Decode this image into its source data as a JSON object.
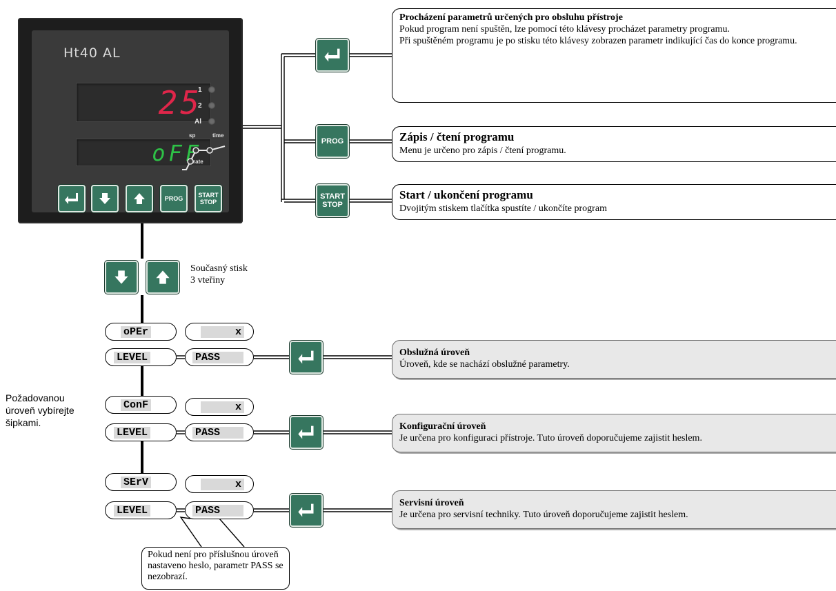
{
  "device": {
    "model": "Ht40 AL",
    "display_top": "25",
    "display_bottom": "oFF",
    "indicators": [
      "1",
      "2",
      "Al"
    ],
    "ramp_labels": {
      "sp": "sp",
      "time": "time",
      "rate": "rate"
    },
    "keys": [
      "enter",
      "down",
      "up",
      "PROG",
      "START STOP"
    ]
  },
  "keys": {
    "prog": "PROG",
    "start_stop": {
      "line1": "START",
      "line2": "STOP"
    }
  },
  "boxes": {
    "enter": {
      "title": "Procházení parametrů určených pro obsluhu přístroje",
      "body": "Pokud program není spuštěn, lze pomocí této klávesy procházet parametry programu.",
      "body2": "Při spuštěném programu je po stisku této klávesy zobrazen parametr indikující čas do konce programu."
    },
    "prog": {
      "title": "Zápis / čtení programu",
      "body": "Menu je určeno pro zápis / čtení programu."
    },
    "start": {
      "title": "Start / ukončení programu",
      "body": "Dvojitým stiskem tlačítka spustíte / ukončíte program"
    }
  },
  "simultaneous_note": {
    "line1": "Současný stisk",
    "line2": "3 vteřiny"
  },
  "side_note": {
    "line1": "Požadovanou",
    "line2": "úroveň vybírejte",
    "line3": "šipkami."
  },
  "levels": [
    {
      "code": "oPEr",
      "value": "x",
      "level": "LEVEL",
      "pass": "PASS",
      "title": "Obslužná úroveň",
      "body": "Úroveň, kde se nachází obslužné parametry."
    },
    {
      "code": "ConF",
      "value": "x",
      "level": "LEVEL",
      "pass": "PASS",
      "title": "Konfigurační úroveň",
      "body": "Je určena pro konfiguraci přístroje. Tuto úroveň doporučujeme zajistit heslem."
    },
    {
      "code": "SErV",
      "value": "x",
      "level": "LEVEL",
      "pass": "PASS",
      "title": "Servisní úroveň",
      "body": "Je určena pro servisní techniky.  Tuto úroveň doporučujeme zajistit heslem."
    }
  ],
  "callout": "Pokud není pro příslušnou úroveň nastaveno heslo, parametr PASS  se nezobrazí.",
  "colors": {
    "key_green": "#36765f",
    "lcd_red": "#e0264a",
    "lcd_green": "#2ec247",
    "panel": "#3a3a3a"
  }
}
